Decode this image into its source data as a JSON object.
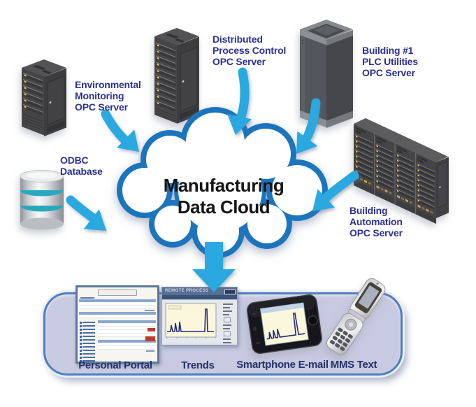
{
  "diagram": {
    "cloud": {
      "title": "Manufacturing\nData Cloud"
    },
    "sources": {
      "environmental": "Environmental\nMonitoring\nOPC Server",
      "distributed": "Distributed\nProcess Control\nOPC Server",
      "building1": "Building #1\nPLC Utilities\nOPC Server",
      "odbc": "ODBC\nDatabase",
      "building_automation": "Building\nAutomation\nOPC Server"
    },
    "outputs": {
      "personal_portal": "Personal Portal",
      "trends": "Trends",
      "smartphone_email": "Smartphone E-mail",
      "mms_text": "MMS Text"
    },
    "trends_window": {
      "title": "REMOTE PROCESS"
    },
    "icons": {
      "server_tower": "server-tower-icon",
      "mainframe": "mainframe-server-icon",
      "server_rack_row": "server-rack-row-icon",
      "database": "database-cylinder-icon",
      "cloud": "cloud-icon",
      "arrow": "arrow-icon",
      "smartphone": "smartphone-icon",
      "flip_phone": "flip-phone-icon"
    },
    "colors": {
      "arrow_blue": "#2BA9E1",
      "cloud_outline": "#1C75BC",
      "label_indigo": "#2E3192",
      "device_label_navy": "#263069",
      "panel_fill": "#C7CAE0",
      "panel_border": "#4E7FC0",
      "server_gray": "#454547",
      "led_yellow": "#E4BE4E",
      "db_teal": "#2AA9BE",
      "trend_line_navy": "#232B7C",
      "plot_cream": "#FBF7DC"
    }
  }
}
